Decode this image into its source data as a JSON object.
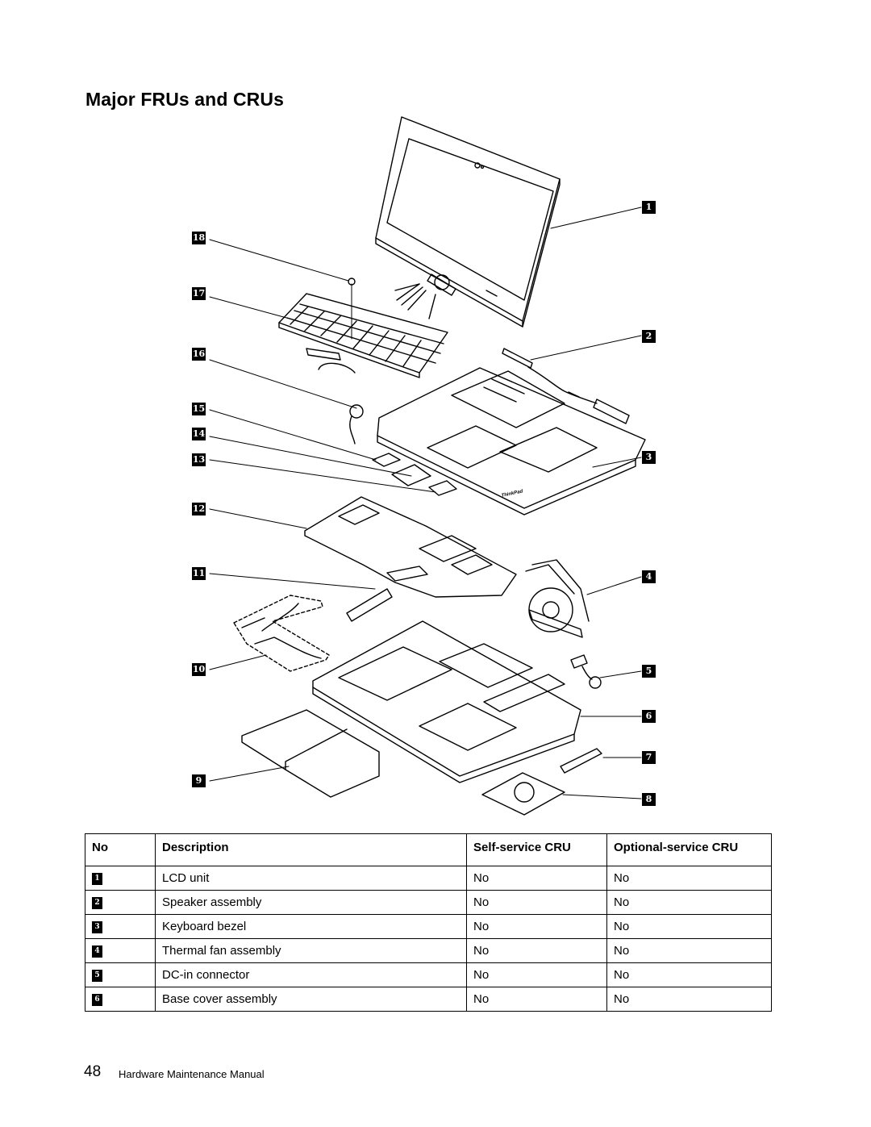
{
  "page": {
    "title": "Major FRUs and CRUs",
    "page_number": "48",
    "manual_title": "Hardware Maintenance Manual"
  },
  "figure": {
    "callouts": [
      "1",
      "2",
      "3",
      "4",
      "5",
      "6",
      "7",
      "8",
      "9",
      "10",
      "11",
      "12",
      "13",
      "14",
      "15",
      "16",
      "17",
      "18"
    ],
    "logo_text": "ThinkPad"
  },
  "table": {
    "headers": {
      "no": "No",
      "description": "Description",
      "self_service": "Self-service CRU",
      "optional_service": "Optional-service CRU"
    },
    "rows": [
      {
        "no": "1",
        "description": "LCD unit",
        "self_service": "No",
        "optional_service": "No"
      },
      {
        "no": "2",
        "description": "Speaker assembly",
        "self_service": "No",
        "optional_service": "No"
      },
      {
        "no": "3",
        "description": "Keyboard bezel",
        "self_service": "No",
        "optional_service": "No"
      },
      {
        "no": "4",
        "description": "Thermal fan assembly",
        "self_service": "No",
        "optional_service": "No"
      },
      {
        "no": "5",
        "description": "DC-in connector",
        "self_service": "No",
        "optional_service": "No"
      },
      {
        "no": "6",
        "description": "Base cover assembly",
        "self_service": "No",
        "optional_service": "No"
      }
    ]
  }
}
